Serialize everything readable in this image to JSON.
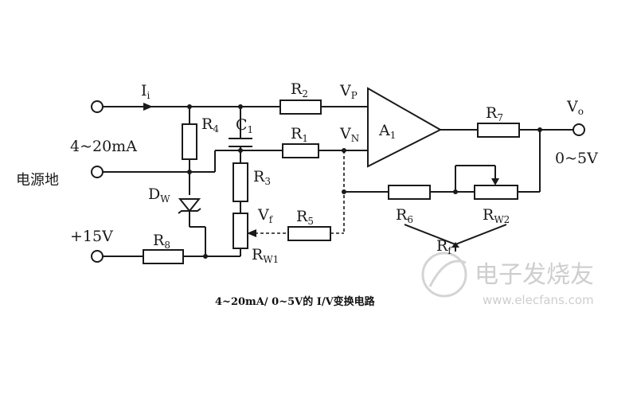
{
  "labels": {
    "current_in": "I",
    "current_in_sub": "i",
    "range_in": "4~20mA",
    "ground": "电源地",
    "supply": "+15V",
    "r1": "R",
    "r1_sub": "1",
    "r2": "R",
    "r2_sub": "2",
    "r3": "R",
    "r3_sub": "3",
    "r4": "R",
    "r4_sub": "4",
    "r5": "R",
    "r5_sub": "5",
    "r6": "R",
    "r6_sub": "6",
    "r7": "R",
    "r7_sub": "7",
    "r8": "R",
    "r8_sub": "8",
    "c1": "C",
    "c1_sub": "1",
    "rw1": "R",
    "rw1_sub": "W1",
    "rw2": "R",
    "rw2_sub": "W2",
    "rf": "R",
    "rf_sub": "f",
    "dw": "D",
    "dw_sub": "W",
    "vp": "V",
    "vp_sub": "P",
    "vn": "V",
    "vn_sub": "N",
    "vf": "V",
    "vf_sub": "f",
    "vo": "V",
    "vo_sub": "o",
    "a1": "A",
    "a1_sub": "1",
    "range_out": "0~5V"
  },
  "caption": "4~20mA/ 0~5V的 I/V变换电路",
  "watermark": {
    "brand": "电子发烧友",
    "url": "www.elecfans.com"
  }
}
